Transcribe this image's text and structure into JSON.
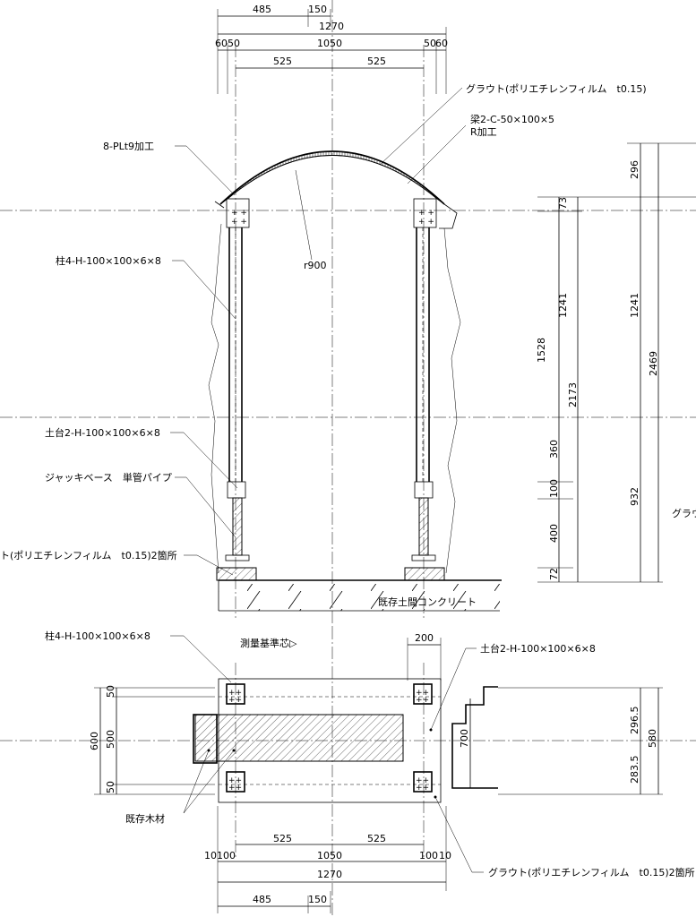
{
  "dims": {
    "top": [
      "485",
      "150",
      "1270",
      "60",
      "50",
      "1050",
      "50",
      "60",
      "525",
      "525"
    ],
    "right_vertical": [
      "296",
      "73",
      "1241",
      "1241",
      "1528",
      "2173",
      "2469",
      "360",
      "100",
      "932",
      "400",
      "72"
    ],
    "plan_bottom": [
      "525",
      "1050",
      "525",
      "10",
      "100",
      "100",
      "10",
      "1270",
      "485",
      "150"
    ],
    "plan_left": [
      "600",
      "50",
      "500",
      "50"
    ],
    "plan_right": [
      "296.5",
      "283.5",
      "580",
      "700"
    ],
    "plan_top": [
      "200"
    ]
  },
  "labels": {
    "grout_top": "グラウト(ポリエチレンフィルム　t0.15)",
    "beam": "梁2-C-50×100×5",
    "beam_r": "R加工",
    "plate": "8-PLt9加工",
    "column": "柱4-H-100×100×6×8",
    "radius": "r900",
    "sill": "土台2-H-100×100×6×8",
    "jack": "ジャッキベース　単管パイプ",
    "grout_left": "ト(ポリエチレンフィルム　t0.15)2箇所",
    "concrete": "既存土間コンクリート",
    "grout_right_edge": "グラウ",
    "plan_column": "柱4-H-100×100×6×8",
    "survey": "測量基準芯▷",
    "plan_sill": "土台2-H-100×100×6×8",
    "existing_wood": "既存木材",
    "plan_grout": "グラウト(ポリエチレンフィルム　t0.15)2箇所"
  }
}
